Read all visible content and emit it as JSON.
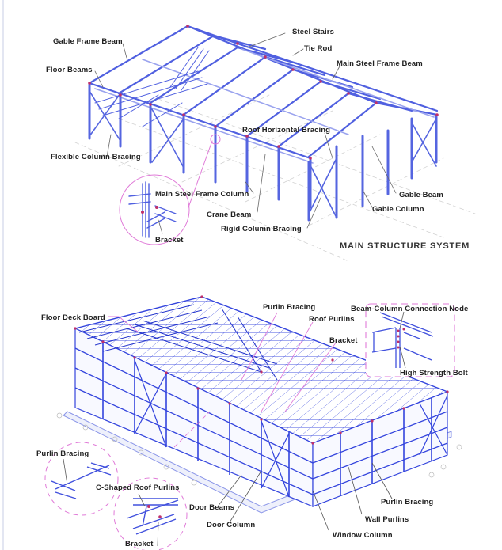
{
  "colors": {
    "steel_blue": "#3344dd",
    "steel_light": "#8a95e8",
    "bolt_red": "#c0306a",
    "callout_pink": "#e07ad8",
    "leader_gray": "#555555",
    "grid_gray": "#cfcfcf"
  },
  "top_diagram": {
    "title": "MAIN STRUCTURE SYSTEM",
    "labels": {
      "gable_frame_beam": "Gable Frame Beam",
      "floor_beams": "Floor Beams",
      "steel_stairs": "Steel Stairs",
      "tie_rod": "Tie Rod",
      "main_steel_frame_beam": "Main Steel Frame Beam",
      "roof_horizontal_bracing": "Roof Horizontal Bracing",
      "flexible_column_bracing": "Flexible Column Bracing",
      "main_steel_frame_column": "Main Steel Frame Column",
      "bracket": "Bracket",
      "crane_beam": "Crane Beam",
      "rigid_column_bracing": "Rigid Column Bracing",
      "gable_beam": "Gable Beam",
      "gable_column": "Gable Column"
    }
  },
  "bottom_diagram": {
    "labels": {
      "floor_deck_board": "Floor Deck Board",
      "purlin_bracing_top": "Purlin Bracing",
      "roof_purlins": "Roof Purlins",
      "bracket_top": "Bracket",
      "beam_column_connection_node": "Beam-Column Connection Node",
      "high_strength_bolt": "High Strength Bolt",
      "purlin_bracing_detail": "Purlin Bracing",
      "c_shaped_roof_purlins": "C-Shaped Roof Purlins",
      "bracket_detail": "Bracket",
      "door_beams": "Door Beams",
      "door_column": "Door Column",
      "purlin_bracing_wall": "Purlin Bracing",
      "wall_purlins": "Wall Purlins",
      "window_column": "Window Column"
    }
  }
}
